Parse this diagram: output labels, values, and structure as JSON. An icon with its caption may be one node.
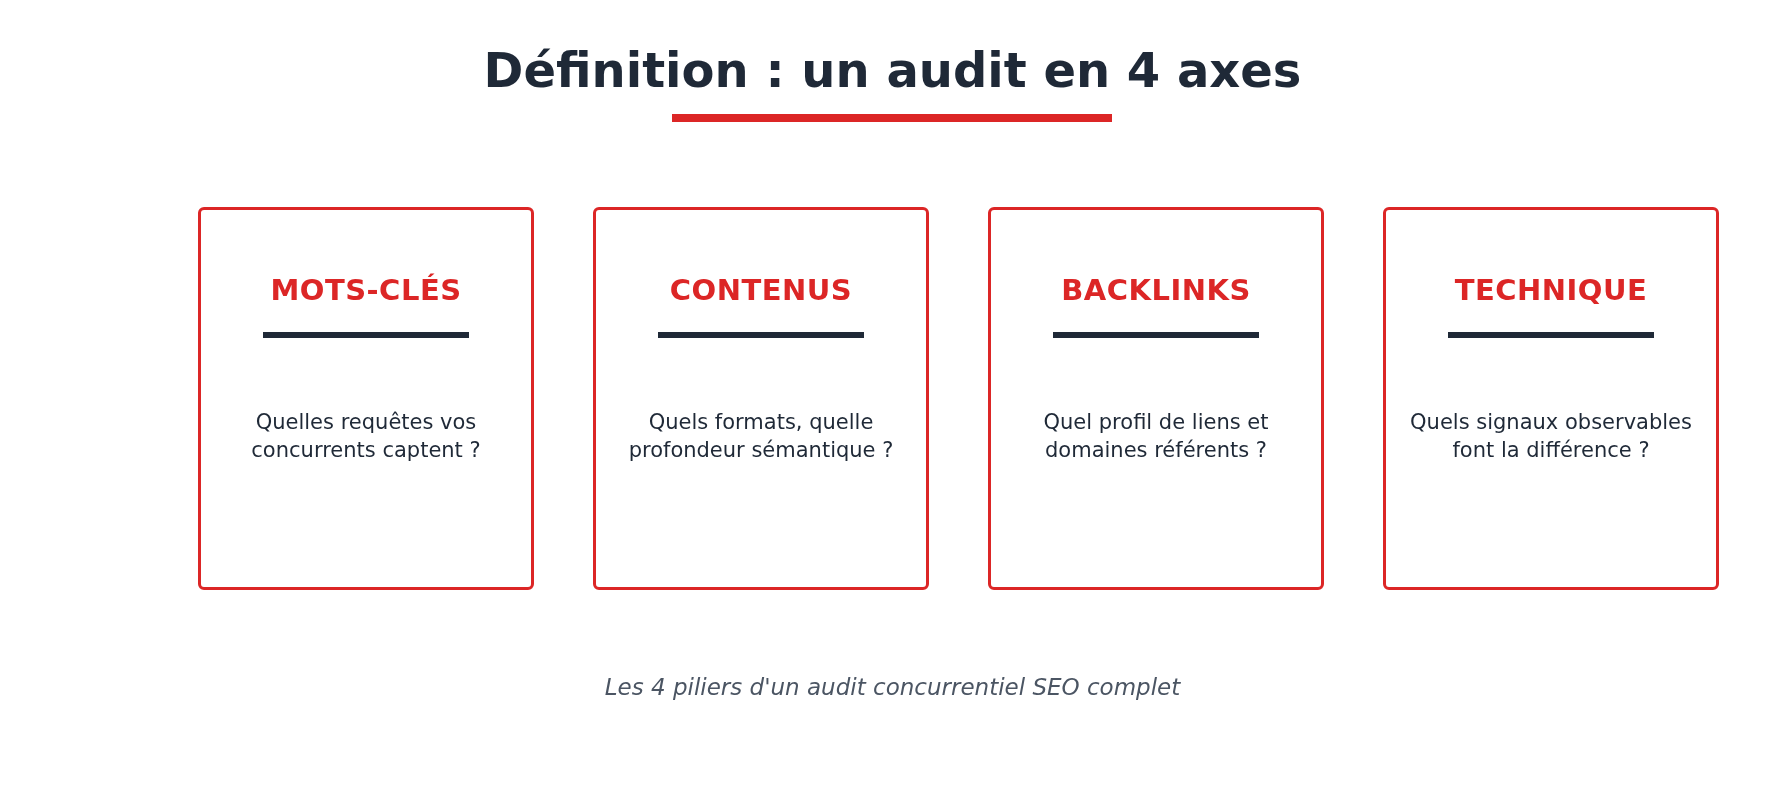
{
  "diagram": {
    "title": "Définition : un audit en 4 axes",
    "caption": "Les 4 piliers d'un audit concurrentiel SEO complet",
    "nodes": [
      {
        "text": [
          "MOTS-CLÉS",
          "Quelles requêtes vos concurrents captent ?"
        ]
      },
      {
        "text": [
          "CONTENUS",
          "Quels formats, quelle profondeur sémantique ?"
        ]
      },
      {
        "text": [
          "BACKLINKS",
          "Quel profil de liens et domaines référents ?"
        ]
      },
      {
        "text": [
          "TECHNIQUE",
          "Quels signaux observables font la différence ?"
        ]
      }
    ]
  }
}
